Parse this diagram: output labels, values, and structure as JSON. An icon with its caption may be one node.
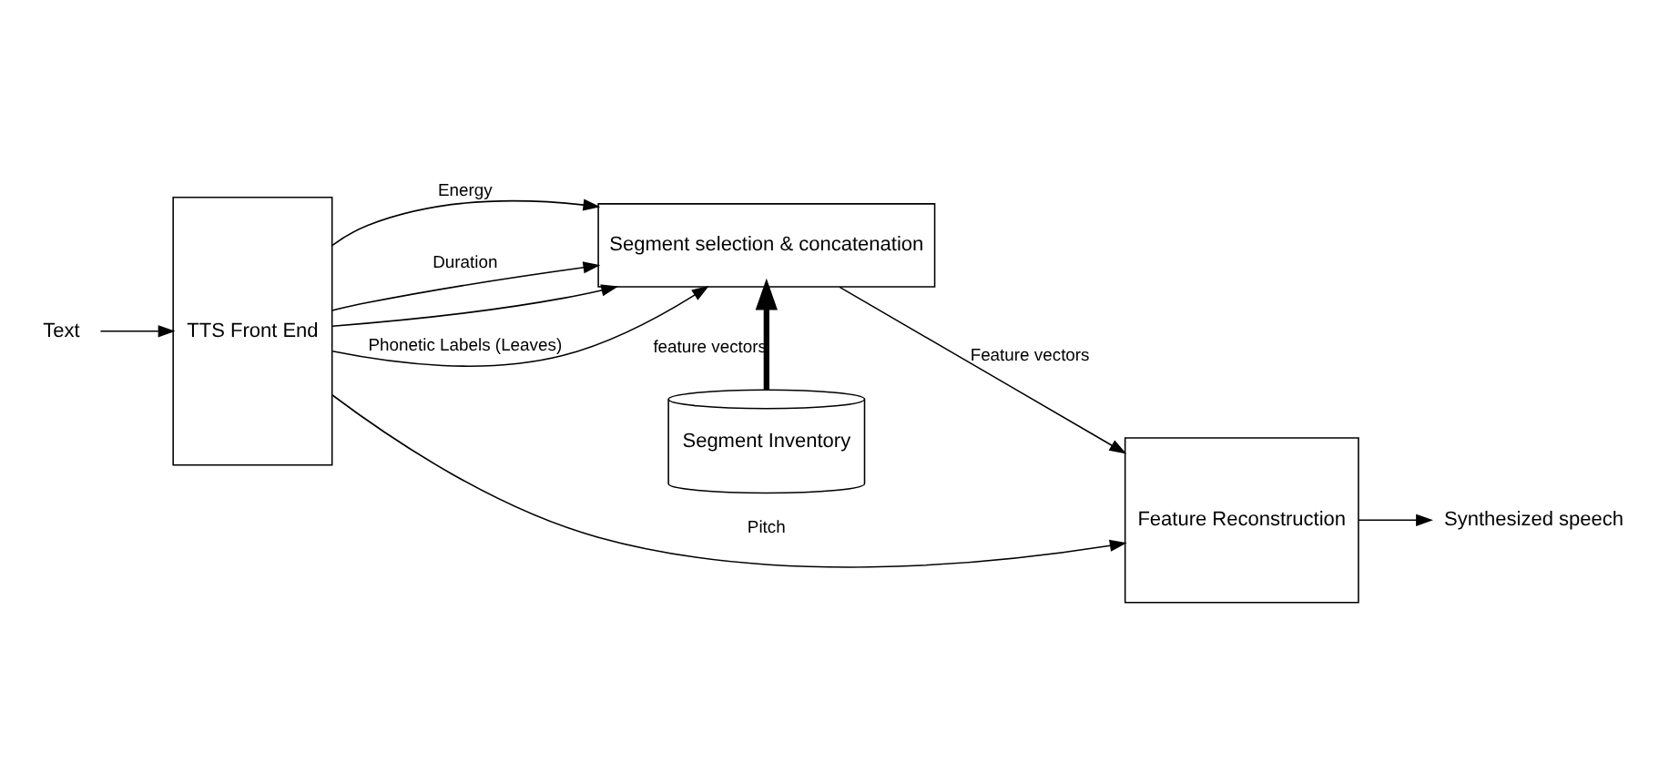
{
  "diagram": {
    "nodes": [
      {
        "text": [
          "Text"
        ]
      },
      {
        "text": [
          "TTS Front End"
        ]
      },
      {
        "text": [
          "Segment selection & concatenation"
        ]
      },
      {
        "text": [
          "Feature Reconstruction"
        ]
      },
      {
        "text": [
          "Synthesized speech"
        ]
      },
      {
        "text": [
          "Segment Inventory"
        ]
      }
    ],
    "edges": [
      {
        "from": 0,
        "to": 1,
        "arrow": "to"
      },
      {
        "from": 1,
        "to": 3,
        "label": "Pitch",
        "arrow": "to"
      },
      {
        "from": 1,
        "to": 2,
        "label": "Energy",
        "arrow": "to"
      },
      {
        "from": 1,
        "to": 2,
        "label": "Duration",
        "arrow": "to"
      },
      {
        "from": 1,
        "to": 2,
        "arrow": "to"
      },
      {
        "from": 1,
        "to": 2,
        "label": "Phonetic Labels (Leaves)",
        "arrow": "to"
      },
      {
        "from": 2,
        "to": 3,
        "label": "Feature vectors",
        "arrow": "to"
      },
      {
        "from": 5,
        "to": 2,
        "label": "feature vectors",
        "arrow": "to",
        "style": "thick"
      },
      {
        "from": 3,
        "to": 4,
        "arrow": "to"
      }
    ]
  }
}
